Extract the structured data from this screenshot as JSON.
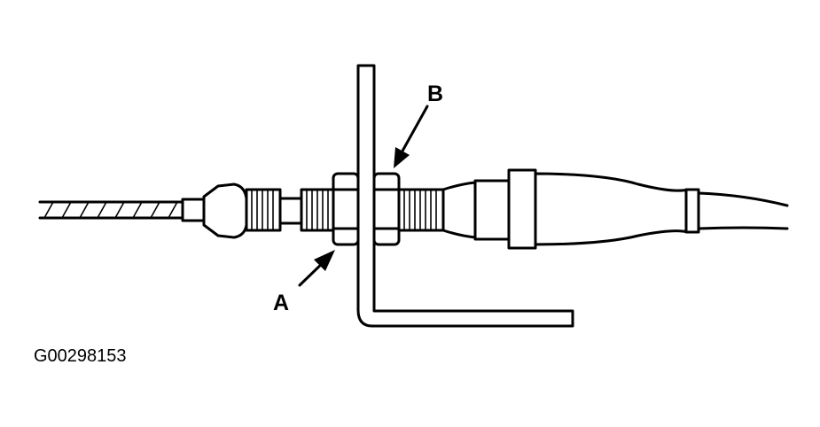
{
  "labels": {
    "a": "A",
    "b": "B"
  },
  "figure_id": "G00298153",
  "colors": {
    "line": "#000000",
    "background": "#ffffff"
  }
}
